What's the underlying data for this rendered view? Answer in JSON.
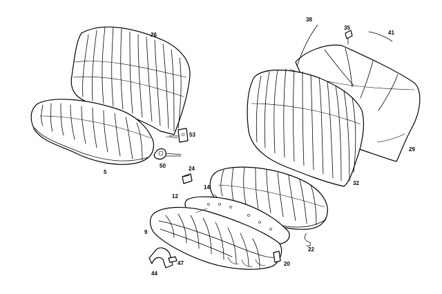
{
  "diagram": {
    "labels": {
      "l26": "26",
      "l38": "38",
      "l35": "35",
      "l41": "41",
      "l53": "53",
      "l50": "50",
      "l5": "5",
      "l24": "24",
      "l14": "14",
      "l12": "12",
      "l29": "29",
      "l32": "32",
      "l9": "9",
      "l22": "22",
      "l47": "47",
      "l20": "20",
      "l44": "44"
    }
  }
}
